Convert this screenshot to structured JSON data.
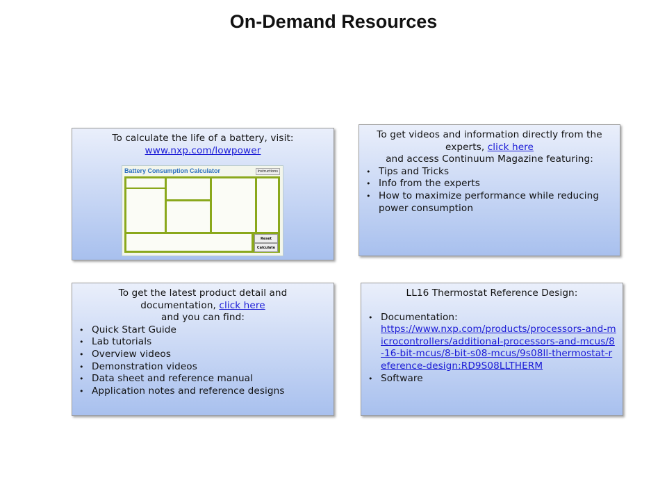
{
  "title": "On-Demand Resources",
  "battery_box": {
    "text": "To calculate the life of a battery, visit:",
    "link": "www.nxp.com/lowpower",
    "calculator_image": {
      "heading": "Battery Consumption Calculator",
      "instructions": "Instructions",
      "reset": "Reset",
      "calculate": "Calculate"
    }
  },
  "videos_box": {
    "text_before_link": "To get videos and information directly from the experts, ",
    "link": "click here",
    "text_after": "and access Continuum Magazine featuring:",
    "items": [
      "Tips and Tricks",
      "Info from the experts",
      "How to maximize performance while reducing power consumption"
    ]
  },
  "product_box": {
    "text_before_link": "To get the latest product detail and documentation, ",
    "link": "click here",
    "text_after": "and you can find:",
    "items": [
      "Quick Start Guide",
      "Lab tutorials",
      "Overview videos",
      "Demonstration videos",
      "Data sheet and reference manual",
      "Application notes and reference designs"
    ]
  },
  "thermostat_box": {
    "heading": "LL16 Thermostat Reference Design:",
    "doc_label": "Documentation:",
    "doc_link": "https://www.nxp.com/products/processors-and-microcontrollers/additional-processors-and-mcus/8-16-bit-mcus/8-bit-s08-mcus/9s08ll-thermostat-reference-design:RD9S08LLTHERM",
    "software": "Software"
  }
}
